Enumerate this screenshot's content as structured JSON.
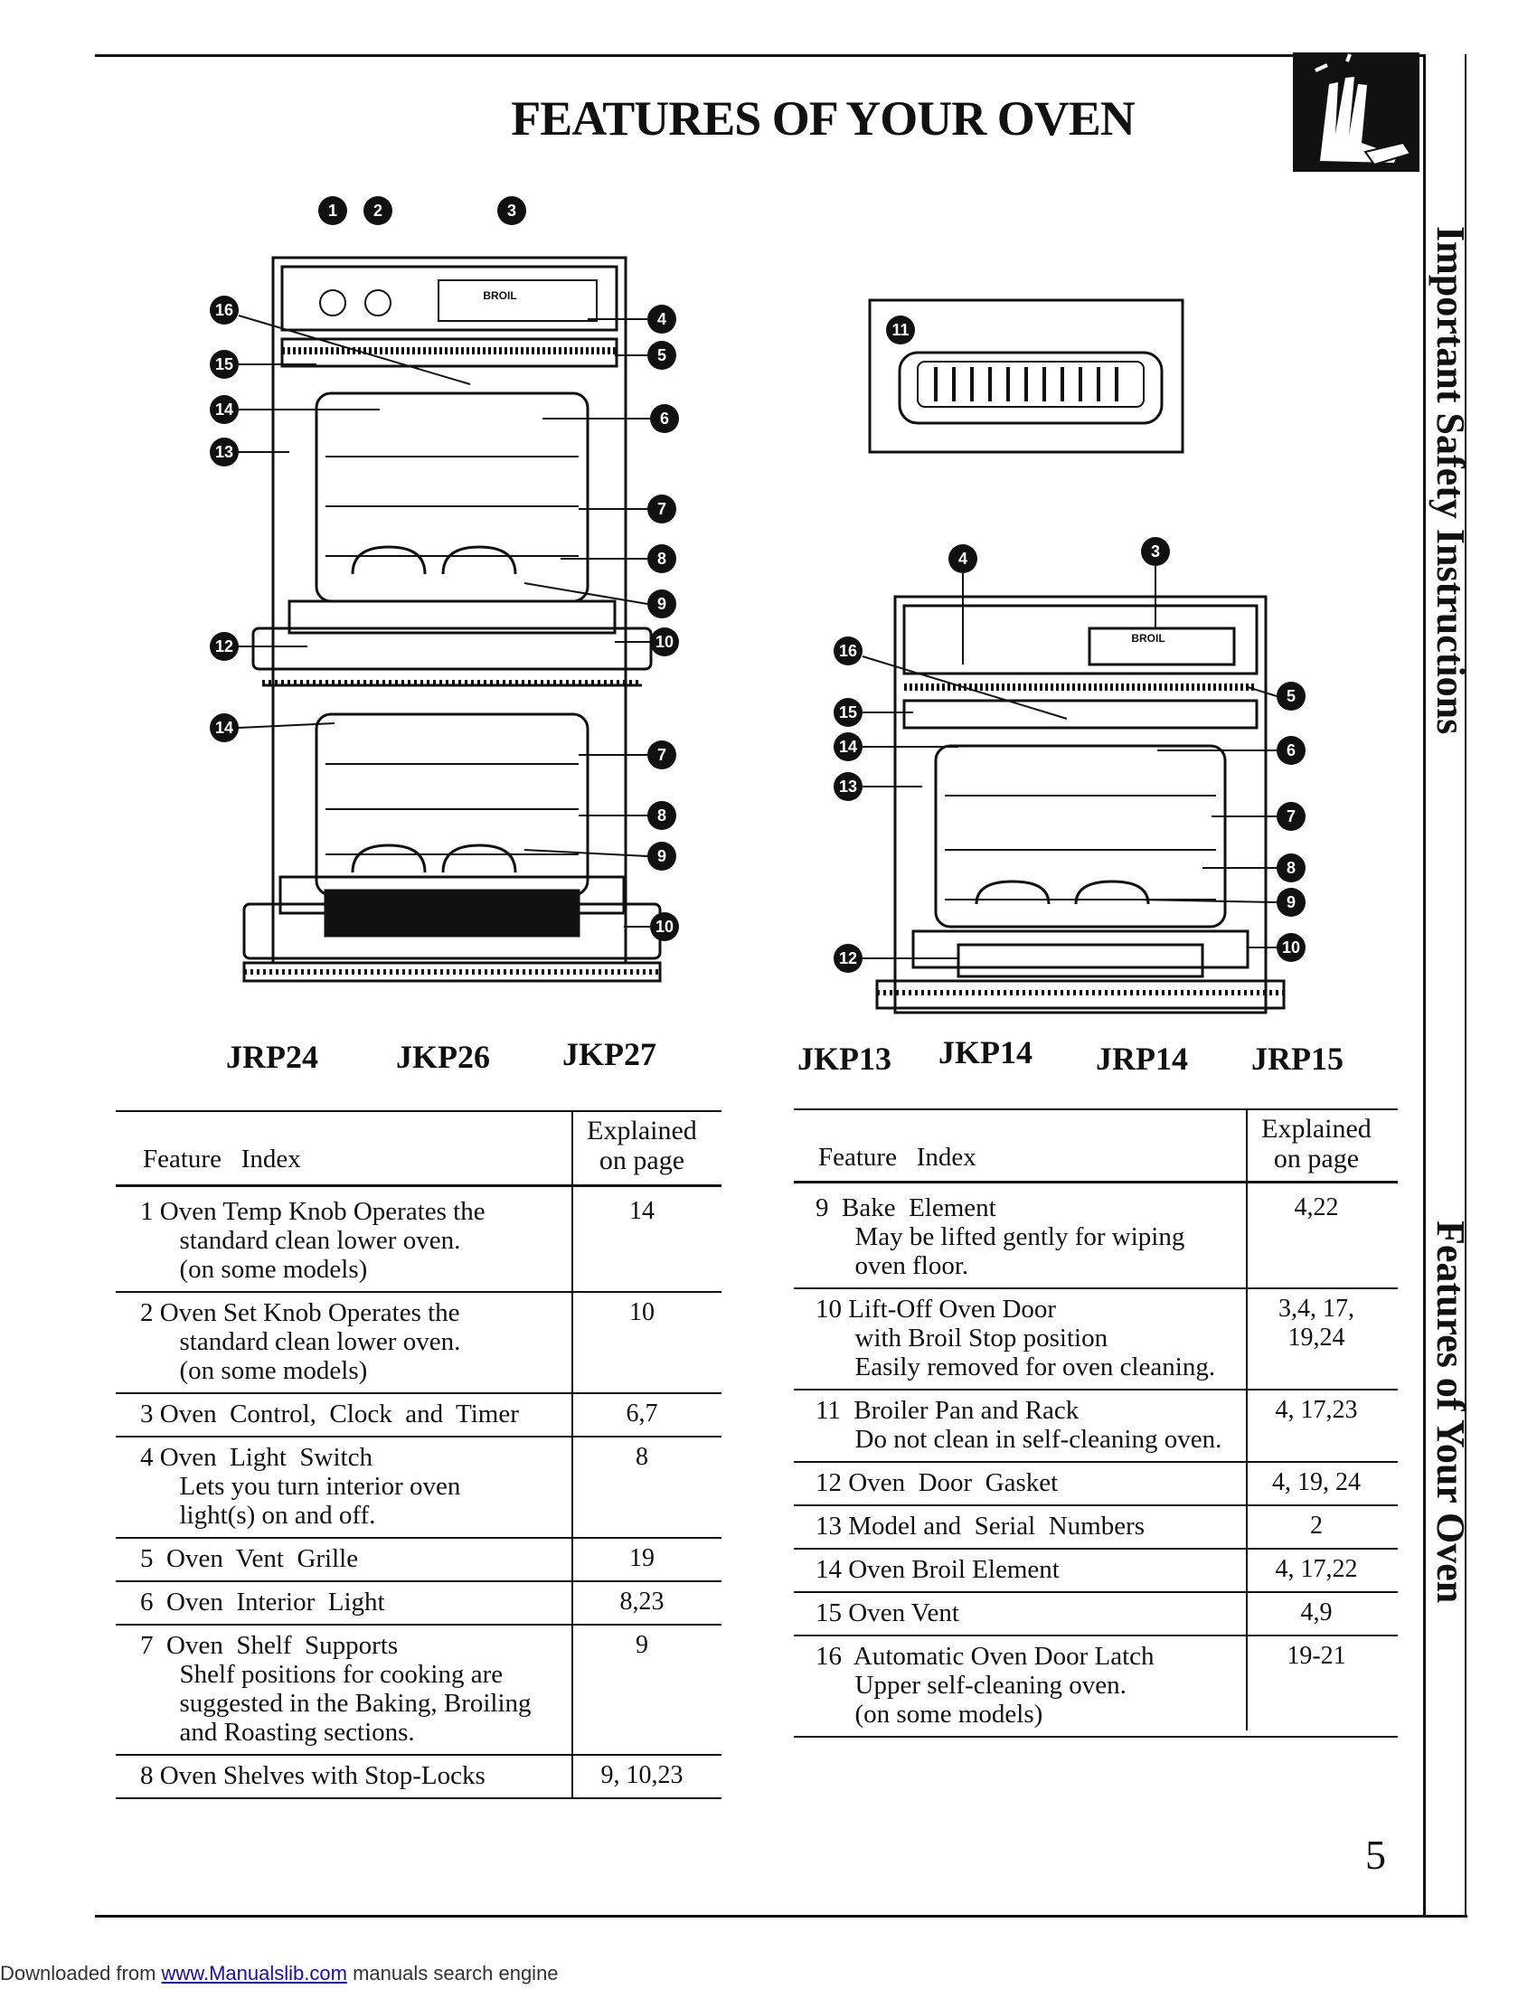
{
  "title": "FEATURES OF YOUR OVEN",
  "side_tabs": {
    "top": "Important Safety Instructions",
    "bottom": "Features of Your Oven"
  },
  "models": {
    "left": [
      "JRP24",
      "JKP26",
      "JKP27"
    ],
    "right": [
      "JKP13",
      "JKP14",
      "JRP14",
      "JRP15"
    ]
  },
  "diagram_labels": {
    "double_oven": [
      "1",
      "2",
      "3",
      "16",
      "4",
      "15",
      "5",
      "14",
      "6",
      "13",
      "7",
      "8",
      "9",
      "12",
      "10",
      "14",
      "7",
      "8",
      "9",
      "10"
    ],
    "single_oven": [
      "11",
      "4",
      "3",
      "16",
      "5",
      "15",
      "6",
      "14",
      "13",
      "7",
      "8",
      "9",
      "12",
      "10"
    ],
    "control_display": "BROIL"
  },
  "table_headers": {
    "feature": "Feature   Index",
    "page_line1": "Explained",
    "page_line2": "on page"
  },
  "left_table": [
    {
      "lines": [
        "1 Oven Temp Knob Operates the",
        "      standard clean lower oven.",
        "      (on some models)"
      ],
      "page": "14"
    },
    {
      "lines": [
        "2 Oven Set Knob Operates the",
        "      standard clean lower oven.",
        "      (on some models)"
      ],
      "page": "10"
    },
    {
      "lines": [
        "3 Oven  Control,  Clock  and  Timer"
      ],
      "page": "6,7"
    },
    {
      "lines": [
        "4 Oven  Light  Switch",
        "      Lets you turn interior oven",
        "      light(s) on and off."
      ],
      "page": "8"
    },
    {
      "lines": [
        "5  Oven  Vent  Grille"
      ],
      "page": "19"
    },
    {
      "lines": [
        "6  Oven  Interior  Light"
      ],
      "page": "8,23"
    },
    {
      "lines": [
        "7  Oven  Shelf  Supports",
        "      Shelf positions for cooking are",
        "      suggested in the Baking, Broiling",
        "      and Roasting sections."
      ],
      "page": "9"
    },
    {
      "lines": [
        "8 Oven Shelves with Stop-Locks"
      ],
      "page": "9,  10,23"
    }
  ],
  "right_table": [
    {
      "lines": [
        "9  Bake  Element",
        "      May be lifted gently for wiping",
        "      oven floor."
      ],
      "page": "4,22"
    },
    {
      "lines": [
        "10 Lift-Off Oven Door",
        "      with Broil Stop position",
        "      Easily removed for oven cleaning."
      ],
      "page": "3,4, 17,\n19,24"
    },
    {
      "lines": [
        "11  Broiler Pan and Rack",
        "      Do not clean in self-cleaning oven."
      ],
      "page": "4,  17,23"
    },
    {
      "lines": [
        "12 Oven  Door  Gasket"
      ],
      "page": "4, 19, 24"
    },
    {
      "lines": [
        "13 Model and  Serial  Numbers"
      ],
      "page": "2"
    },
    {
      "lines": [
        "14 Oven Broil Element"
      ],
      "page": "4,  17,22"
    },
    {
      "lines": [
        "15 Oven Vent"
      ],
      "page": "4,9"
    },
    {
      "lines": [
        "16  Automatic Oven Door Latch",
        "      Upper self-cleaning oven.",
        "      (on some models)"
      ],
      "page": "19-21"
    }
  ],
  "page_number": "5",
  "footer": {
    "prefix": "Downloaded from ",
    "link": "www.Manualslib.com",
    "suffix": "  manuals search engine"
  }
}
